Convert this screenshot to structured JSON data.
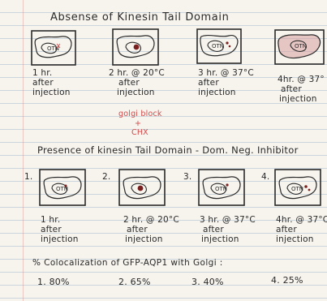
{
  "section_absence": {
    "title": "Absense of Kinesin Tail Domain",
    "panels": [
      {
        "caption_1": "1 hr.",
        "caption_2": "after",
        "caption_3": "injection",
        "label": "OTN"
      },
      {
        "caption_1": "2 hr. @ 20°C",
        "caption_2": "after",
        "caption_3": "injection",
        "label": ""
      },
      {
        "caption_1": "3 hr. @ 37°C",
        "caption_2": "after",
        "caption_3": "injection",
        "label": "OTN"
      },
      {
        "caption_1": "4hr. @ 37°",
        "caption_2": "after",
        "caption_3": "injection",
        "label": "OTN"
      }
    ],
    "golgi_note": "golgi block",
    "golgi_plus": "+",
    "golgi_chx": "CHX"
  },
  "section_presence": {
    "title": "Presence of kinesin Tail Domain - Dom. Neg. Inhibitor",
    "panels": [
      {
        "index": "1.",
        "caption_1": "1 hr.",
        "caption_2": "after",
        "caption_3": "injection",
        "label": "OTN"
      },
      {
        "index": "2.",
        "caption_1": "2 hr. @ 20°C",
        "caption_2": "after",
        "caption_3": "injection",
        "label": ""
      },
      {
        "index": "3.",
        "caption_1": "3 hr. @ 37°C",
        "caption_2": "after",
        "caption_3": "injection",
        "label": "OTN"
      },
      {
        "index": "4.",
        "caption_1": "4hr. @ 37°C",
        "caption_2": "after",
        "caption_3": "injection",
        "label": "OTN"
      }
    ]
  },
  "colocalization": {
    "title": "% Colocalization of GFP-AQP1 with Golgi :",
    "items": [
      {
        "label": "1. 80%"
      },
      {
        "label": "2. 65%"
      },
      {
        "label": "3. 40%"
      },
      {
        "label": "4. 25%"
      }
    ]
  },
  "colors": {
    "ink": "#2a2a2a",
    "red_ink": "#d24a4a",
    "dot": "#7a1f1f",
    "paper": "#f7f4ee",
    "rule": "#789bbe"
  }
}
